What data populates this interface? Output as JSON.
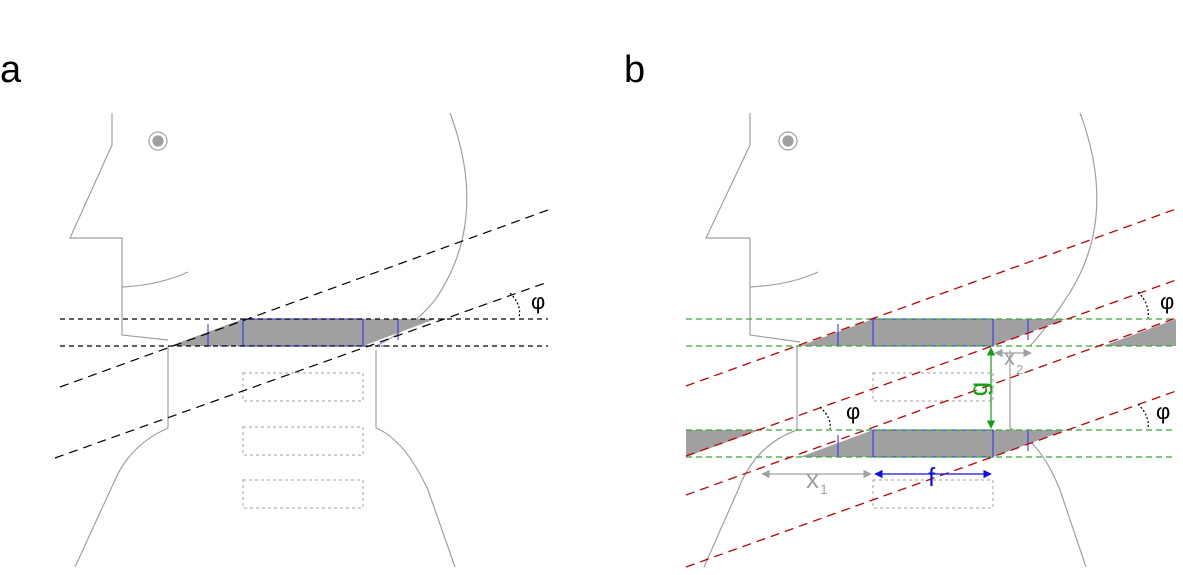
{
  "panels": [
    {
      "label": "a",
      "angle_label": "φ"
    },
    {
      "label": "b",
      "angle_labels": [
        "φ",
        "φ",
        "φ"
      ],
      "dimension_labels": {
        "x1": "x",
        "x1_sub": "1",
        "x2": "x",
        "x2_sub": "2",
        "g": "g",
        "f": "f"
      }
    }
  ],
  "colors": {
    "outline": "#a0a0a0",
    "slab": "#a0a0a0",
    "edge": "#2a2aff",
    "dashed_black": "#000000",
    "dashed_red": "#c00000",
    "dashed_green": "#33aa33",
    "arrow_gray": "#a0a0a0",
    "arrow_blue": "#1010e0",
    "arrow_green": "#10a010"
  }
}
